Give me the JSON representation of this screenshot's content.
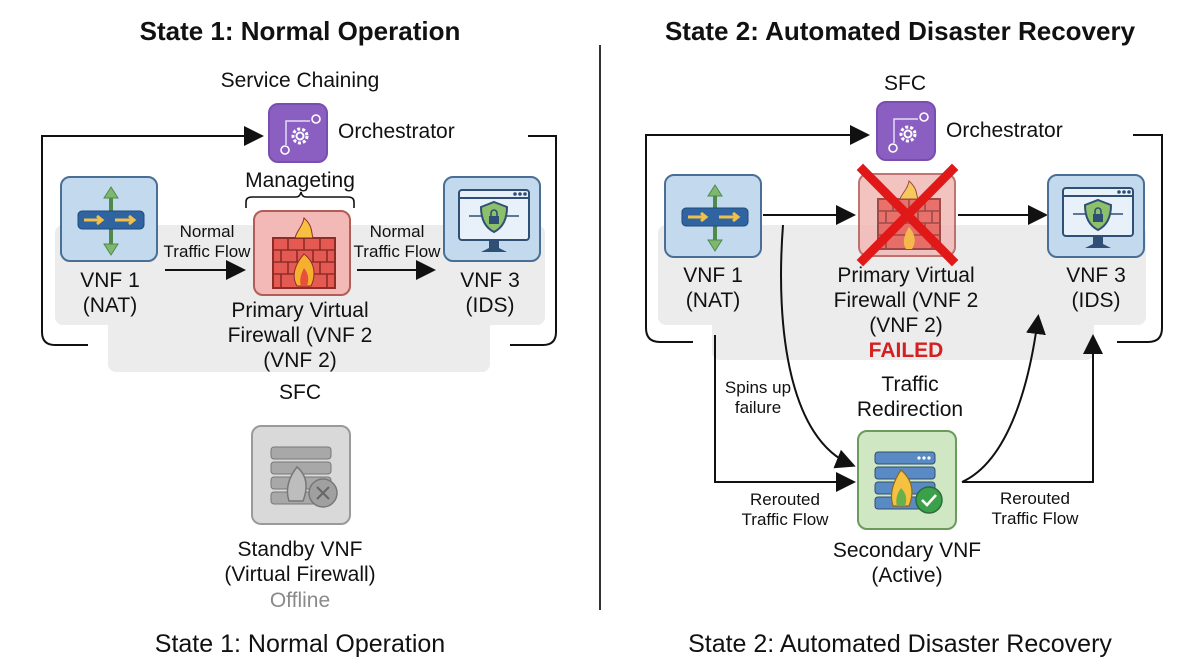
{
  "state1": {
    "title": "State 1: Normal Operation",
    "footer": "State 1: Normal Operation",
    "service_chaining_label": "Service Chaining",
    "orchestrator_label": "Orchestrator",
    "managing_label": "Manageting",
    "flow_left": [
      "Normal",
      "Traffic Flow"
    ],
    "flow_right": [
      "Normal",
      "Traffic Flow"
    ],
    "vnf1": [
      "VNF 1",
      "(NAT)"
    ],
    "vnf2": [
      "Primary Virtual",
      "Firewall (VNF 2",
      "(VNF 2)"
    ],
    "vnf3": [
      "VNF 3",
      "(IDS)"
    ],
    "sfc_label": "SFC",
    "standby": [
      "Standby VNF",
      "(Virtual Firewall)"
    ],
    "standby_status": "Offline"
  },
  "state2": {
    "title": "State 2: Automated Disaster Recovery",
    "footer": "State 2: Automated Disaster Recovery",
    "sfc_label": "SFC",
    "orchestrator_label": "Orchestrator",
    "vnf1": [
      "VNF 1",
      "(NAT)"
    ],
    "vnf2": [
      "Primary Virtual",
      "Firewall (VNF 2",
      "(VNF 2)"
    ],
    "vnf2_status": "FAILED",
    "vnf3": [
      "VNF 3",
      "(IDS)"
    ],
    "spins_up": [
      "Spins up",
      "failure"
    ],
    "redirection": [
      "Traffic",
      "Redirection"
    ],
    "rerouted_left": [
      "Rerouted",
      "Traffic Flow"
    ],
    "rerouted_right": [
      "Rerouted",
      "Traffic Flow"
    ],
    "secondary": [
      "Secondary VNF",
      "(Active)"
    ]
  },
  "colors": {
    "failed": "#d42020",
    "offline": "#8a8a8a",
    "orchestrator": "#8b5fc2"
  }
}
